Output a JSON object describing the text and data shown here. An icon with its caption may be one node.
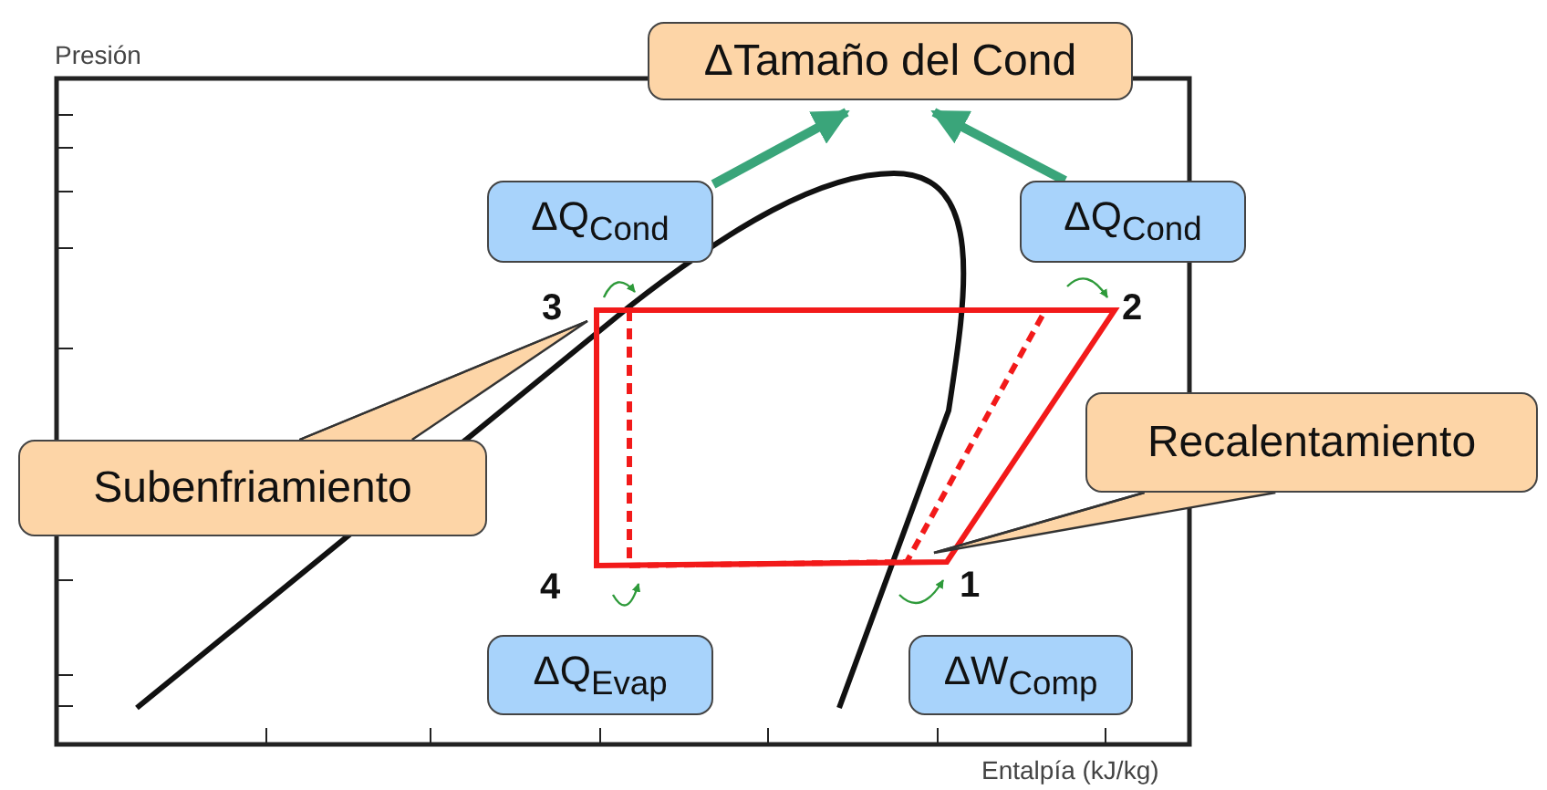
{
  "diagram": {
    "nodes": [
      {
        "text": [
          "ΔTamaño del Cond"
        ]
      },
      {
        "text": [
          "ΔQ$_{Cond}$"
        ]
      },
      {
        "text": [
          "ΔQ$_{Cond}$"
        ]
      },
      {
        "text": [
          "Subenfriamiento"
        ]
      },
      {
        "text": [
          "Recalentamiento"
        ]
      },
      {
        "text": [
          "ΔQ$_{Evap}$"
        ]
      },
      {
        "text": [
          "ΔW$_{Comp}$"
        ]
      }
    ],
    "edges": [
      {
        "from": 1,
        "to": 0,
        "arrow": "to",
        "style": "thick",
        "color": "#3aa57a"
      },
      {
        "from": 2,
        "to": 0,
        "arrow": "to",
        "style": "thick",
        "color": "#3aa57a"
      },
      {
        "from": 3,
        "to": null,
        "arrow": "none",
        "color": "#333333"
      },
      {
        "from": 4,
        "to": null,
        "arrow": "none",
        "color": "#333333"
      }
    ],
    "labels": [
      "Presión",
      "3",
      "2",
      "4",
      "1",
      "Entalpía (kJ/kg)"
    ]
  }
}
